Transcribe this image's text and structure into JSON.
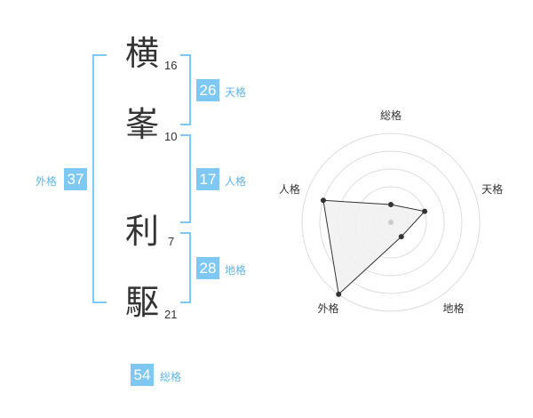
{
  "name": {
    "chars": [
      {
        "char": "横",
        "strokes": "16"
      },
      {
        "char": "峯",
        "strokes": "10"
      },
      {
        "char": "利",
        "strokes": "7"
      },
      {
        "char": "駆",
        "strokes": "21"
      }
    ]
  },
  "fortune": {
    "tenkaku": {
      "value": "26",
      "label": "天格"
    },
    "jinkaku": {
      "value": "17",
      "label": "人格"
    },
    "chikaku": {
      "value": "28",
      "label": "地格"
    },
    "gaikaku": {
      "value": "37",
      "label": "外格"
    },
    "soukaku": {
      "value": "54",
      "label": "総格"
    }
  },
  "radar": {
    "axes": [
      "総格",
      "天格",
      "地格",
      "外格",
      "人格"
    ],
    "levels": 5,
    "values": [
      1,
      2,
      1,
      5,
      4
    ],
    "colors": {
      "grid": "#dddddd",
      "fill": "#f0f0f0",
      "line": "#333333",
      "point": "#333333",
      "center": "#cccccc"
    }
  }
}
